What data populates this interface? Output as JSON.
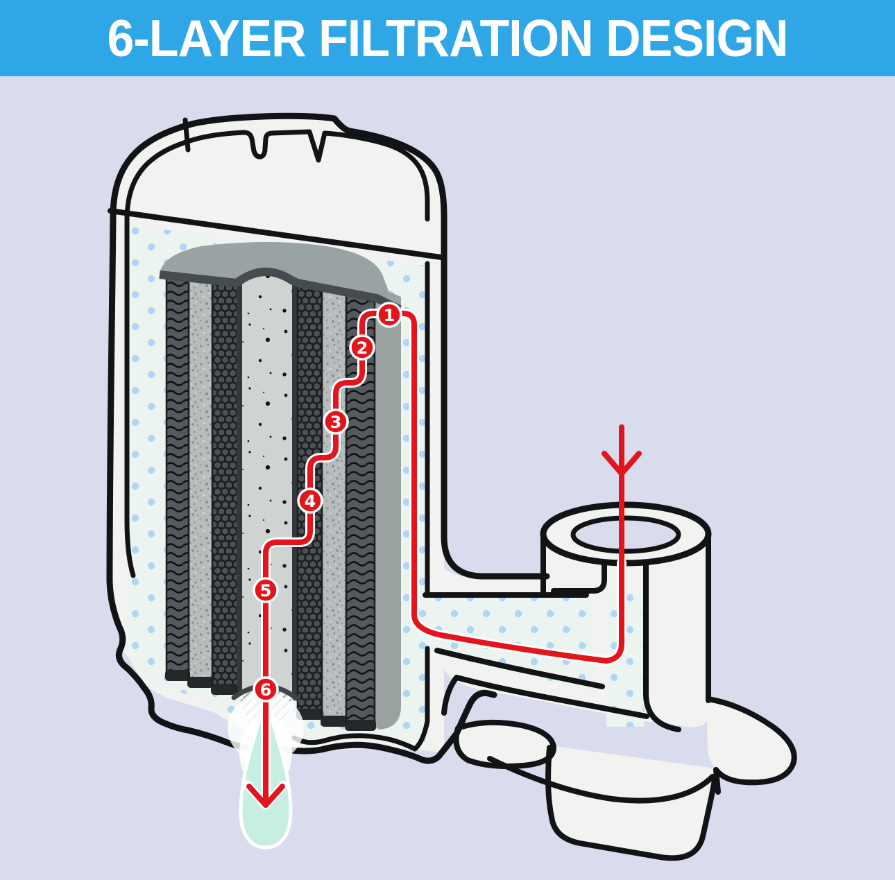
{
  "banner": {
    "title": "6-LAYER FILTRATION DESIGN"
  },
  "badges": {
    "labels": [
      "1",
      "2",
      "3",
      "4",
      "5",
      "6"
    ]
  },
  "diagram": {
    "subject": "faucet water filter cutaway with 6 filtration layers and flow path",
    "flow": {
      "inlet": "water enters from faucet at top right",
      "outlet": "filtered drop exits at bottom"
    },
    "colors": {
      "banner_blue": "#2FA6E6",
      "background_lavender": "#D8DCEC",
      "flow_red": "#E3141B",
      "water_drop_mint": "#C7EFE1",
      "housing_white": "#F2F3F1",
      "water_fill": "#ECF4F0",
      "water_dot_blue": "#AFD6F2",
      "cartridge_cap_gray": "#9AA3A3",
      "outline_black": "#111315"
    }
  }
}
